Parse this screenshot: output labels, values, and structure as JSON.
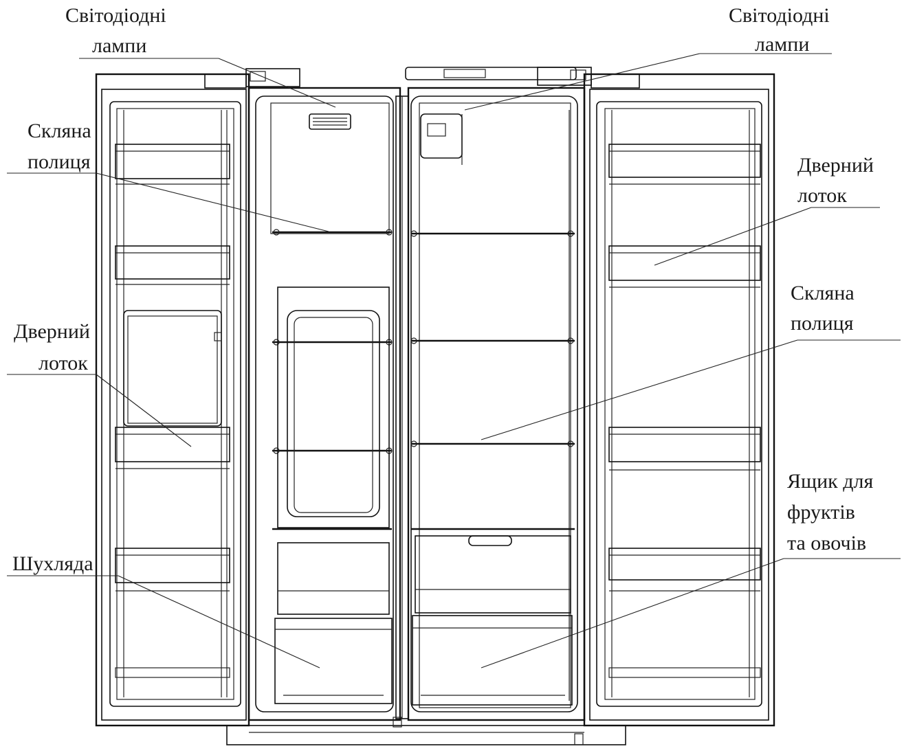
{
  "labels": {
    "led_left_line1": "Світодіодні",
    "led_left_line2": "лампи",
    "led_right_line1": "Світодіодні",
    "led_right_line2": "лампи",
    "glass_left_line1": "Скляна",
    "glass_left_line2": "полиця",
    "door_tray_right_line1": "Дверний",
    "door_tray_right_line2": "лоток",
    "door_tray_left_line1": "Дверний",
    "door_tray_left_line2": "лоток",
    "glass_right_line1": "Скляна",
    "glass_right_line2": "полиця",
    "crisper_line1": "Ящик для",
    "crisper_line2": "фруктів",
    "crisper_line3": "та овочів",
    "drawer": "Шухляда"
  }
}
